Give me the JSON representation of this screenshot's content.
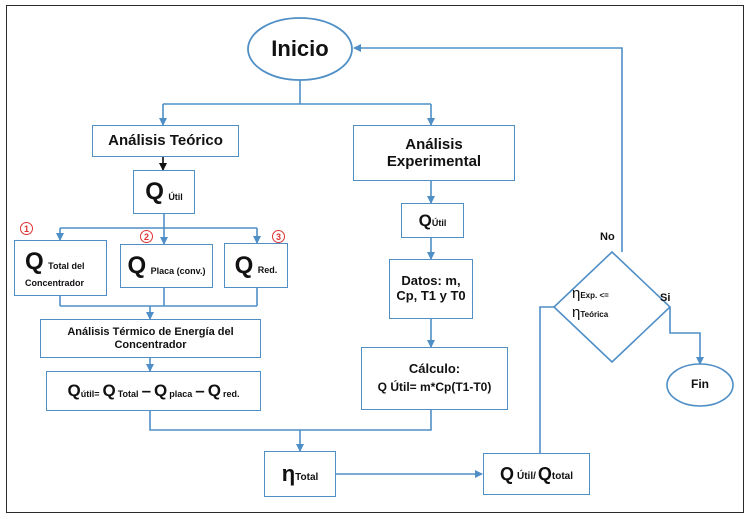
{
  "start": "Inicio",
  "end": "Fin",
  "left": {
    "title": "Análisis Teórico",
    "q_util": {
      "q": "Q",
      "sub": "Útil"
    },
    "markers": [
      "1",
      "2",
      "3"
    ],
    "q_total": {
      "q": "Q",
      "sub": "Total del",
      "sub2": "Concentrador"
    },
    "q_placa": {
      "q": "Q",
      "sub": "Placa (conv.)"
    },
    "q_red": {
      "q": "Q",
      "sub": "Red."
    },
    "energy_balance": "Análisis Térmico de Energía del Concentrador",
    "equation": {
      "q1": "Q",
      "s1": "útil=",
      "q2": "Q",
      "s2": "Total",
      "minus1": "–",
      "q3": "Q",
      "s3": "placa",
      "minus2": "–",
      "q4": "Q",
      "s4": "red."
    }
  },
  "right": {
    "title_line1": "Análisis",
    "title_line2": "Experimental",
    "q_util": {
      "q": "Q",
      "sub": "Útil"
    },
    "data_line1": "Datos: m,",
    "data_line2": "Cp, T1 y T0",
    "calc_title": "Cálculo:",
    "calc_formula": "Q Útil= m*Cp(T1-T0)"
  },
  "efficiency": {
    "eta": "η",
    "sub": "Total"
  },
  "ratio": {
    "q1": "Q",
    "s1": "Útil/",
    "q2": "Q",
    "s2": "total"
  },
  "decision": {
    "eta1": "η",
    "s1": "Exp. <=",
    "eta2": "η",
    "s2": "Teórica"
  },
  "labels": {
    "no": "No",
    "yes": "Si"
  },
  "colors": {
    "line": "#4f8fc6",
    "marker": "#d33333"
  }
}
